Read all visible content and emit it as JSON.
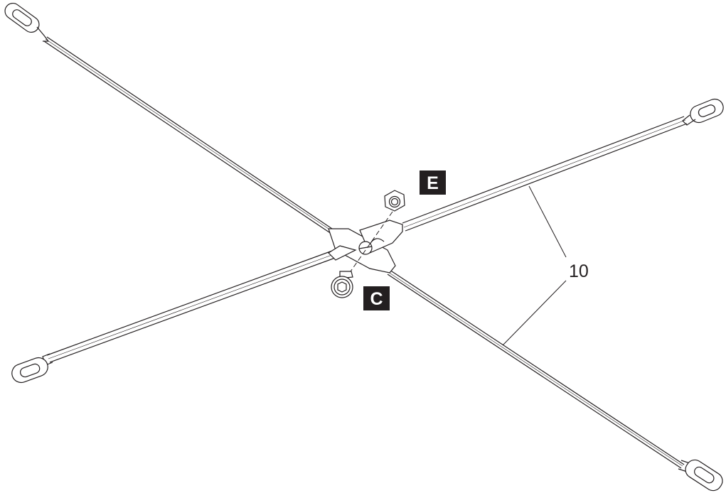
{
  "callouts": {
    "part_e": "E",
    "part_c": "C",
    "part_10": "10"
  },
  "colors": {
    "line": "#231f20",
    "label_background": "#231f20",
    "label_text": "#ffffff",
    "paper": "#ffffff"
  }
}
